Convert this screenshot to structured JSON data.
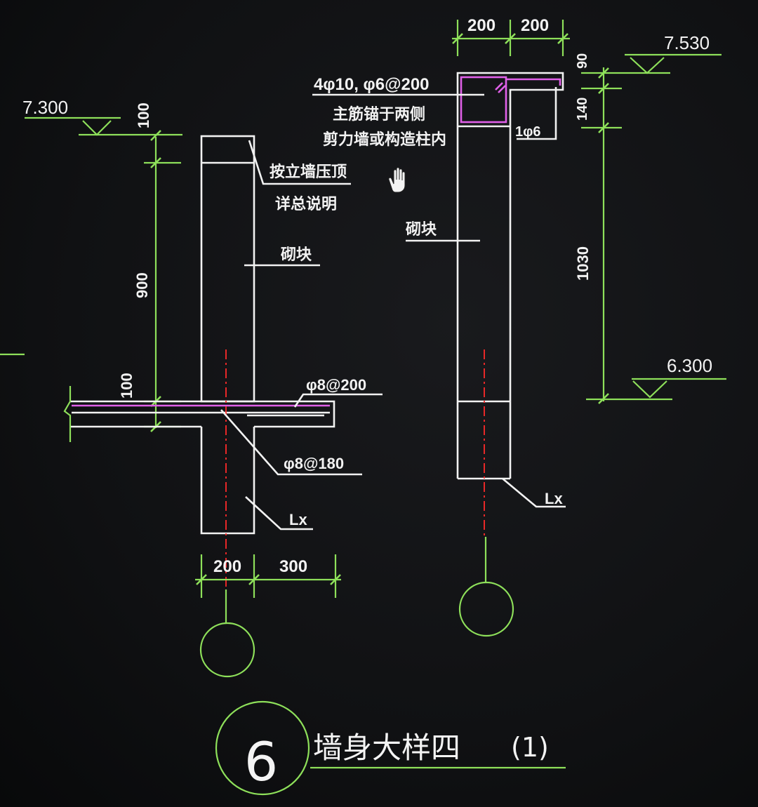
{
  "left_detail": {
    "elevation": "7.300",
    "dim_top": "100",
    "dim_mid": "900",
    "dim_slab": "100",
    "note_cap_line1": "按立墙压顶",
    "note_cap_line2": "详总说明",
    "note_wall": "砌块",
    "rebar_top": "φ8@200",
    "rebar_bottom": "φ8@180",
    "beam_label": "Lx",
    "dim_width_a": "200",
    "dim_width_b": "300"
  },
  "right_detail": {
    "dim_top_a": "200",
    "dim_top_b": "200",
    "elevation_top": "7.530",
    "elevation_bottom": "6.300",
    "dim_cap": "90",
    "dim_upper": "140",
    "dim_main": "1030",
    "rebar_main": "4φ10, φ6@200",
    "note_line1": "主筋锚于两侧",
    "note_line2": "剪力墙或构造柱内",
    "rebar_side": "1φ6",
    "note_wall": "砌块",
    "beam_label": "Lx"
  },
  "title_block": {
    "number": "6",
    "title": "墙身大样四",
    "scale": "(1)"
  },
  "colors": {
    "background": "#101113",
    "wall_line": "#f2f2f2",
    "dimension_line": "#8ee05a",
    "axis_line": "#ff2a2a",
    "rebar_line": "#e060e8"
  }
}
